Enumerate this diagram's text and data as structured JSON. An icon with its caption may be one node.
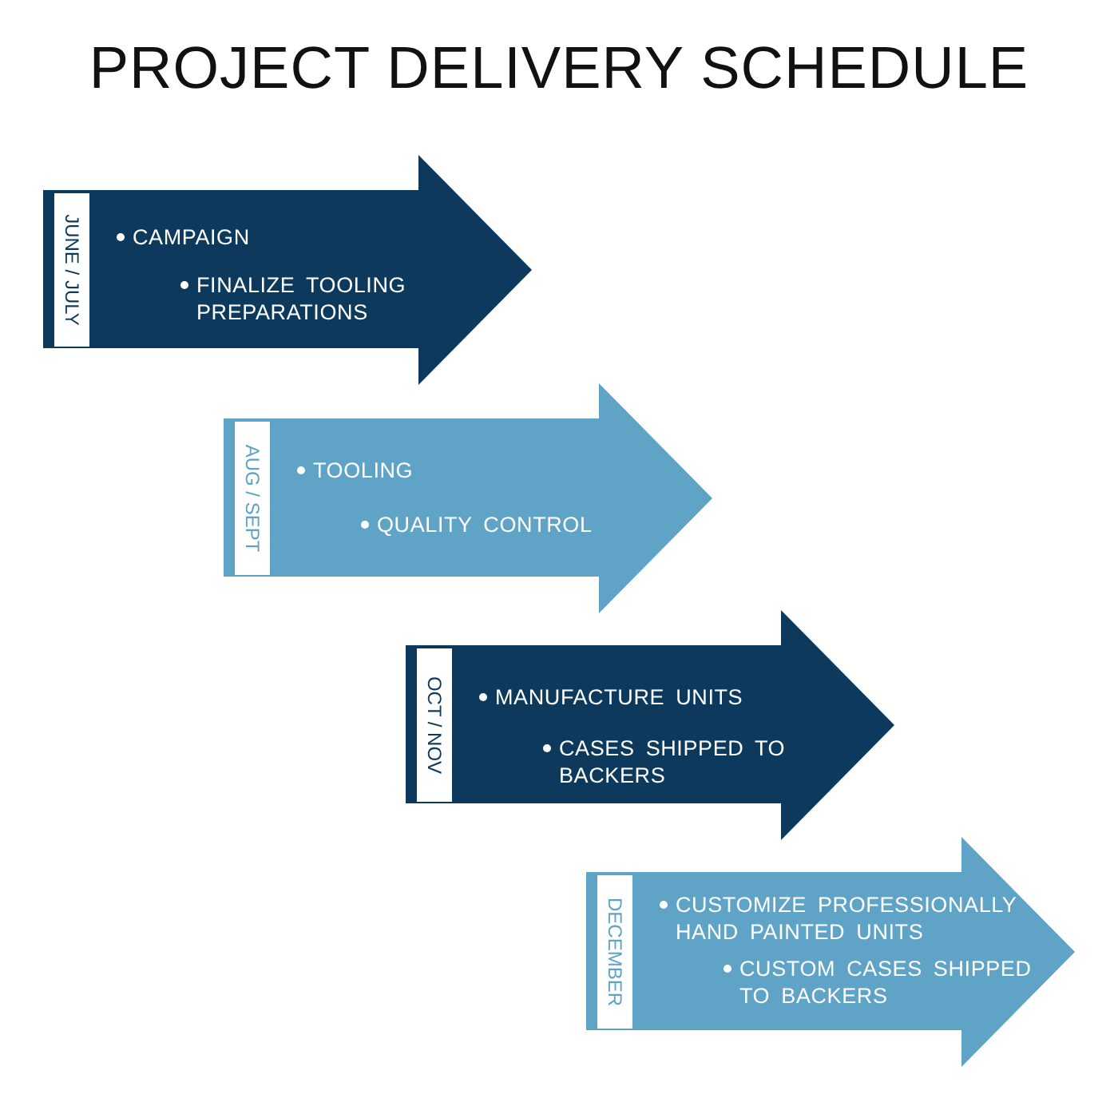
{
  "diagram": {
    "title": "PROJECT DELIVERY SCHEDULE",
    "nodes": [
      {
        "text": [
          "CAMPAIGN",
          "FINALIZE TOOLING PREPARATIONS"
        ]
      },
      {
        "text": [
          "JUNE / JULY"
        ],
        "in": 0
      },
      {
        "text": [
          "TOOLING",
          "QUALITY CONTROL"
        ]
      },
      {
        "text": [
          "AUG / SEPT"
        ],
        "in": 2
      },
      {
        "text": [
          "MANUFACTURE UNITS",
          "CASES SHIPPED TO BACKERS"
        ]
      },
      {
        "text": [
          "OCT / NOV"
        ],
        "in": 4
      },
      {
        "text": [
          "CUSTOMIZE PROFESSIONALLY HAND PAINTED UNITS",
          "CUSTOM CASES SHIPPED TO BACKERS"
        ]
      },
      {
        "text": [
          "DECEMBER"
        ],
        "in": 6
      }
    ]
  }
}
